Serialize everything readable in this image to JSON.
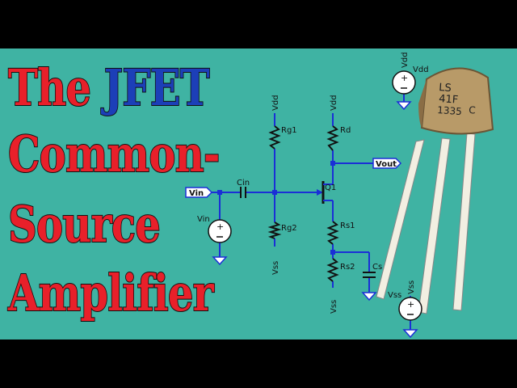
{
  "title": {
    "word1": "The",
    "word2": "JFET",
    "line2": "Common-",
    "line3": "Source",
    "line4": "Amplifier"
  },
  "colors": {
    "background": "#3fb3a3",
    "title_red": "#e8202a",
    "title_blue": "#1c3fb8",
    "wire": "#1a2fd6"
  },
  "schematic": {
    "vdd_gate": "Vdd",
    "vdd_drain": "Vdd",
    "rg1": "Rg1",
    "rg2": "Rg2",
    "vss_gate": "Vss",
    "rd": "Rd",
    "vout": "Vout",
    "q1": "Q1",
    "cin": "Cin",
    "vin_port": "Vin",
    "vin_source": "Vin",
    "rs1": "Rs1",
    "rs2": "Rs2",
    "cs": "Cs",
    "vss_source": "Vss",
    "vdd_supply_rot": "Vdd",
    "vdd_supply": "Vdd",
    "vss_supply": "Vss",
    "vss_supply_rot": "Vss"
  },
  "transistor": {
    "line1": "LS",
    "line2": "41F",
    "line3": "1335",
    "line4": "C"
  }
}
